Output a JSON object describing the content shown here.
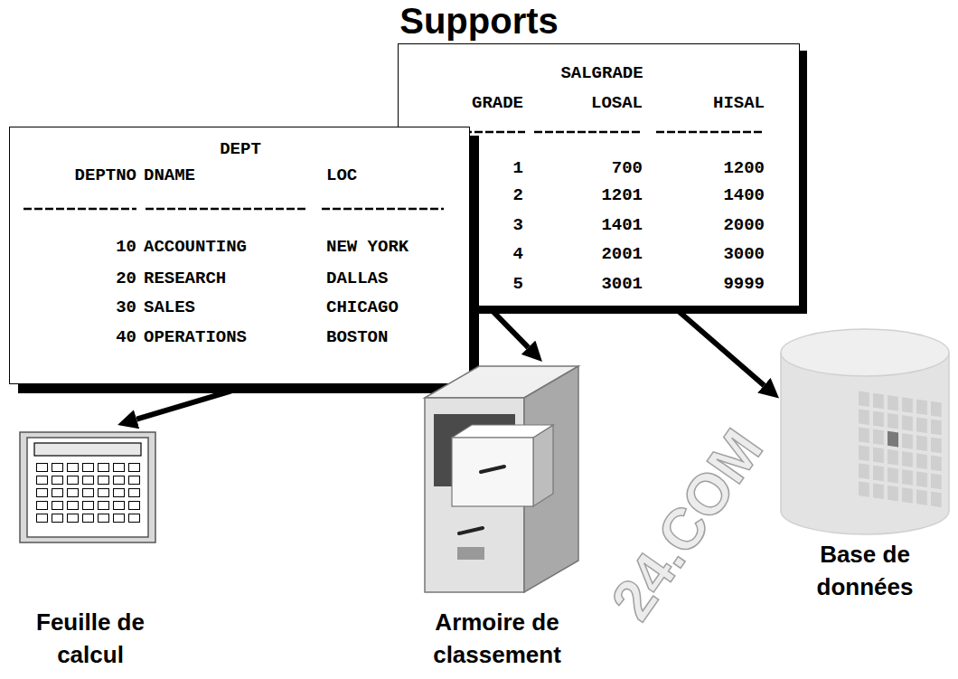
{
  "diagram": {
    "title": "Supports",
    "nodes": [
      {
        "text": [
          "SALGRADE"
        ]
      },
      {
        "text": [
          "DEPT"
        ]
      },
      {
        "text": [
          "Feuille de calcul"
        ]
      },
      {
        "text": [
          "Armoire de classement"
        ]
      },
      {
        "text": [
          "Base de données"
        ]
      }
    ],
    "edges": [
      {
        "from": 1,
        "to": 2,
        "arrow": "to"
      },
      {
        "from": 0,
        "to": 3,
        "arrow": "to"
      },
      {
        "from": 0,
        "to": 4,
        "arrow": "to"
      }
    ],
    "labels": [
      "GRADE",
      "LOSAL",
      "HISAL",
      "1",
      "700",
      "1200",
      "2",
      "1201",
      "1400",
      "3",
      "1401",
      "2000",
      "4",
      "2001",
      "3000",
      "5",
      "3001",
      "9999",
      "DEPTNO",
      "DNAME",
      "LOC",
      "10",
      "ACCOUNTING",
      "NEW YORK",
      "20",
      "RESEARCH",
      "DALLAS",
      "30",
      "SALES",
      "CHICAGO",
      "40",
      "OPERATIONS",
      "BOSTON",
      "24.COM"
    ]
  }
}
